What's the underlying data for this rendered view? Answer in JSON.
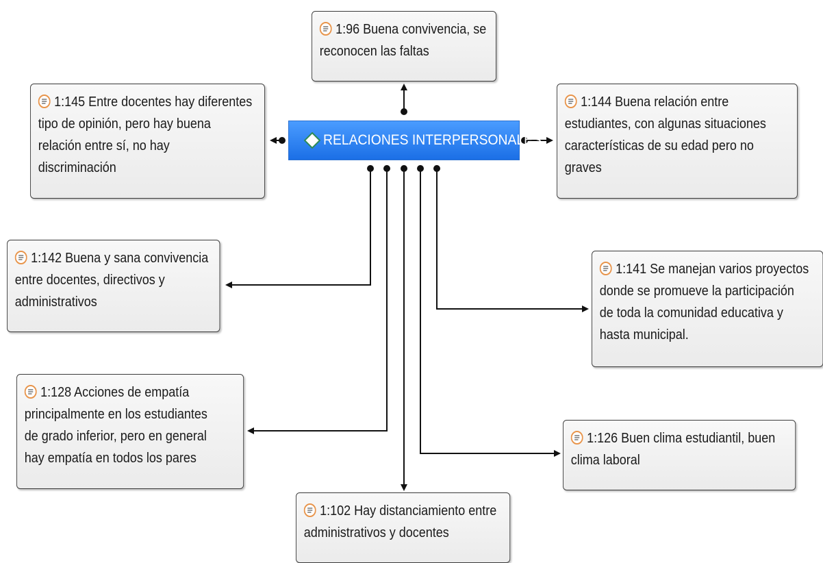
{
  "code": {
    "label": "RELACIONES INTERPERSONALES",
    "icon": "diamond-code-icon"
  },
  "quotes": [
    {
      "id": "q96",
      "text": "1:96 Buena convivencia, se reconocen las faltas",
      "lines": [
        "1:96 Buena convivencia, se",
        "reconocen las faltas"
      ],
      "icon": "document-icon"
    },
    {
      "id": "q145",
      "text": "1:145 Entre docentes hay diferentes tipo de opinión, pero hay buena relación entre sí, no hay discriminación",
      "lines": [
        "1:145 Entre docentes hay diferentes",
        "tipo de opinión, pero hay buena",
        "relación entre sí, no hay",
        "discriminación"
      ],
      "icon": "document-icon"
    },
    {
      "id": "q144",
      "text": "1:144 Buena relación entre estudiantes, con algunas situaciones características de su edad pero no graves",
      "lines": [
        "1:144 Buena relación entre",
        "estudiantes, con algunas situaciones",
        "características de su edad pero no",
        "graves"
      ],
      "icon": "document-icon"
    },
    {
      "id": "q142",
      "text": "1:142 Buena y sana  convivencia entre docentes, directivos y administrativos",
      "lines": [
        "1:142 Buena y sana  convivencia",
        "entre docentes, directivos y",
        "administrativos"
      ],
      "icon": "document-icon"
    },
    {
      "id": "q141",
      "text": "1:141 Se manejan varios proyectos donde se promueve la participación de toda la comunidad educativa y hasta municipal.",
      "lines": [
        "1:141 Se manejan varios proyectos",
        "donde se promueve la participación",
        "de toda la comunidad educativa y",
        "hasta municipal."
      ],
      "icon": "document-icon"
    },
    {
      "id": "q128",
      "text": "1:128 Acciones de empatía principalmente en los estudiantes de grado inferior, pero en general hay empatía en todos los pares",
      "lines": [
        "1:128 Acciones de empatía",
        "principalmente en los estudiantes",
        "de grado inferior, pero en general",
        "hay empatía en todos los pares"
      ],
      "icon": "document-icon"
    },
    {
      "id": "q126",
      "text": "1:126 Buen clima estudiantil, buen clima laboral",
      "lines": [
        "1:126 Buen clima estudiantil, buen",
        "clima laboral"
      ],
      "icon": "document-icon"
    },
    {
      "id": "q102",
      "text": "1:102 Hay distanciamiento entre administrativos y docentes",
      "lines": [
        "1:102 Hay distanciamiento entre",
        "administrativos y docentes"
      ],
      "icon": "document-icon"
    }
  ],
  "colors": {
    "code_fill": "#2f86f5",
    "code_text": "#ffffff",
    "quote_icon": "#e8944a",
    "link": "#111111"
  }
}
